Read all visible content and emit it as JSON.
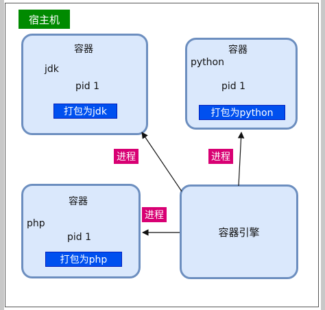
{
  "host": {
    "label": "宿主机"
  },
  "containers": {
    "jdk": {
      "title": "容器",
      "runtime": "jdk",
      "pid": "pid 1",
      "package": "打包为jdk"
    },
    "python": {
      "title": "容器",
      "runtime": "python",
      "pid": "pid 1",
      "package": "打包为python"
    },
    "php": {
      "title": "容器",
      "runtime": "php",
      "pid": "pid 1",
      "package": "打包为php"
    }
  },
  "engine": {
    "label": "容器引擎"
  },
  "process_labels": {
    "to_jdk": "进程",
    "to_python": "进程",
    "to_php": "进程"
  },
  "colors": {
    "host_bg": "#008a00",
    "box_fill": "#dae8fc",
    "box_stroke": "#6c8ebf",
    "package_bg": "#0050ef",
    "process_bg": "#d80073"
  }
}
